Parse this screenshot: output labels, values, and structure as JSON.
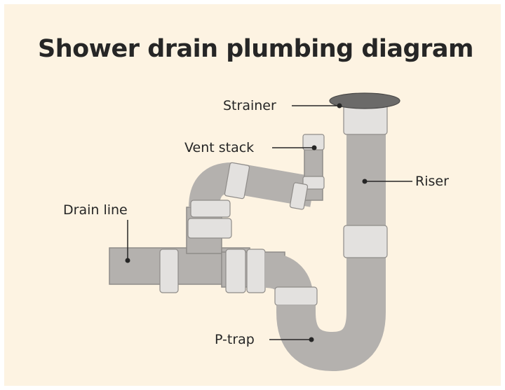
{
  "title": "Shower drain plumbing diagram",
  "labels": {
    "strainer": "Strainer",
    "vent_stack": "Vent stack",
    "riser": "Riser",
    "drain_line": "Drain line",
    "p_trap": "P-trap"
  },
  "colors": {
    "background": "#fdf3e2",
    "pipe": "#b4b1ae",
    "pipe_joint": "#e3e1df",
    "strainer": "#6b6a69",
    "text": "#262626"
  }
}
